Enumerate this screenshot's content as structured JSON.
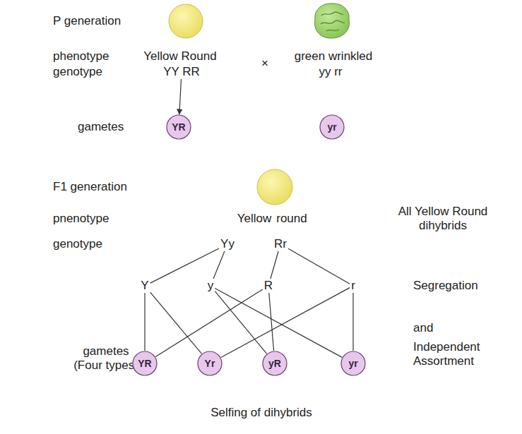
{
  "diagram": {
    "caption": "Selfing of dihybrids",
    "nodes": [
      {
        "text": [
          "YY RR"
        ]
      },
      {
        "text": [
          "YR"
        ]
      },
      {
        "text": [
          "yr"
        ]
      },
      {
        "text": [
          "Yy"
        ]
      },
      {
        "text": [
          "Rr"
        ]
      },
      {
        "text": [
          "Y"
        ]
      },
      {
        "text": [
          "y"
        ]
      },
      {
        "text": [
          "R"
        ]
      },
      {
        "text": [
          "r"
        ]
      },
      {
        "text": [
          "YR"
        ]
      },
      {
        "text": [
          "Yr"
        ]
      },
      {
        "text": [
          "yR"
        ]
      },
      {
        "text": [
          "yr"
        ]
      }
    ],
    "edges": [
      {
        "from": 0,
        "to": 1,
        "arrow": "to"
      },
      {
        "from": 3,
        "to": 5,
        "arrow": "none"
      },
      {
        "from": 3,
        "to": 6,
        "arrow": "none"
      },
      {
        "from": 4,
        "to": 7,
        "arrow": "none"
      },
      {
        "from": 4,
        "to": 8,
        "arrow": "none"
      },
      {
        "from": 5,
        "to": 9,
        "arrow": "none"
      },
      {
        "from": 5,
        "to": 10,
        "arrow": "none"
      },
      {
        "from": 6,
        "to": 11,
        "arrow": "none"
      },
      {
        "from": 6,
        "to": 12,
        "arrow": "none"
      },
      {
        "from": 7,
        "to": 9,
        "arrow": "none"
      },
      {
        "from": 7,
        "to": 11,
        "arrow": "none"
      },
      {
        "from": 8,
        "to": 10,
        "arrow": "none"
      },
      {
        "from": 8,
        "to": 12,
        "arrow": "none"
      }
    ],
    "labels": [
      "P generation",
      "phenotype",
      "Yellow Round",
      "×",
      "green wrinkled",
      "genotype",
      "yy rr",
      "gametes",
      "F1 generation",
      "pnenotype",
      "Yellow",
      "round",
      "All Yellow Round dihybrids",
      "genotype",
      "Segregation",
      "and",
      "Independent Assortment",
      "gametes (Four types)"
    ]
  }
}
